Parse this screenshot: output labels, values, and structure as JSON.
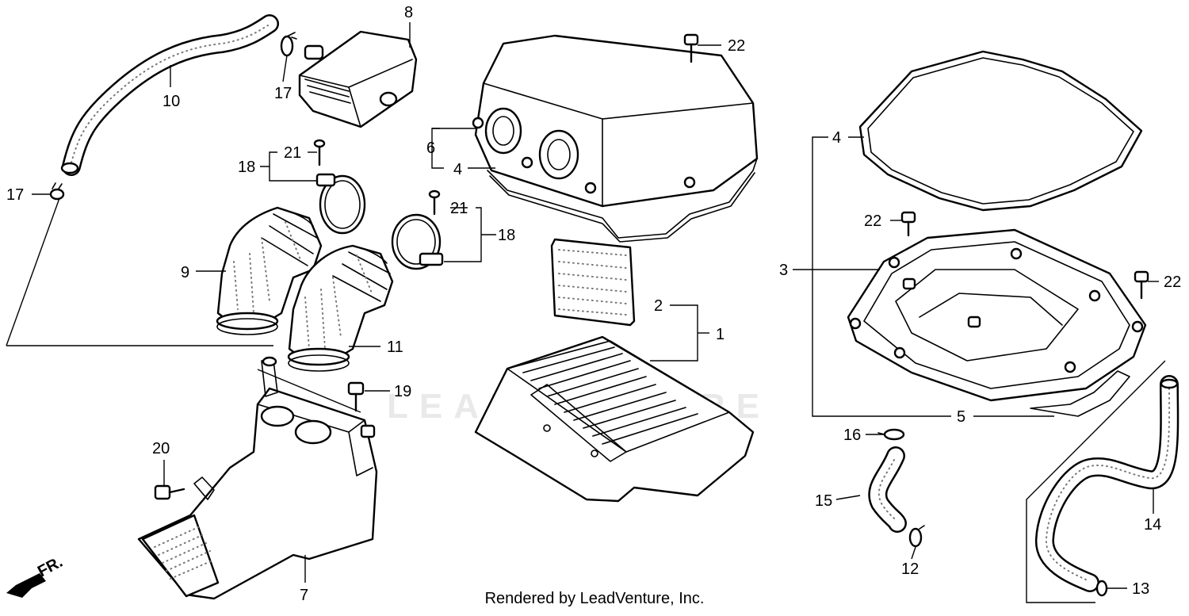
{
  "watermark": "LEADVENTURE",
  "footer_credit": "Rendered by LeadVenture, Inc.",
  "direction_label": "FR.",
  "callouts": {
    "c1": "1",
    "c2": "2",
    "c3": "3",
    "c4a": "4",
    "c4b": "4",
    "c5": "5",
    "c6": "6",
    "c7": "7",
    "c8": "8",
    "c9": "9",
    "c10": "10",
    "c11": "11",
    "c12": "12",
    "c13": "13",
    "c14": "14",
    "c15": "15",
    "c16": "16",
    "c17a": "17",
    "c17b": "17",
    "c18a": "18",
    "c18b": "18",
    "c19": "19",
    "c20": "20",
    "c21a": "21",
    "c21b": "21",
    "c22a": "22",
    "c22b": "22",
    "c22c": "22"
  }
}
